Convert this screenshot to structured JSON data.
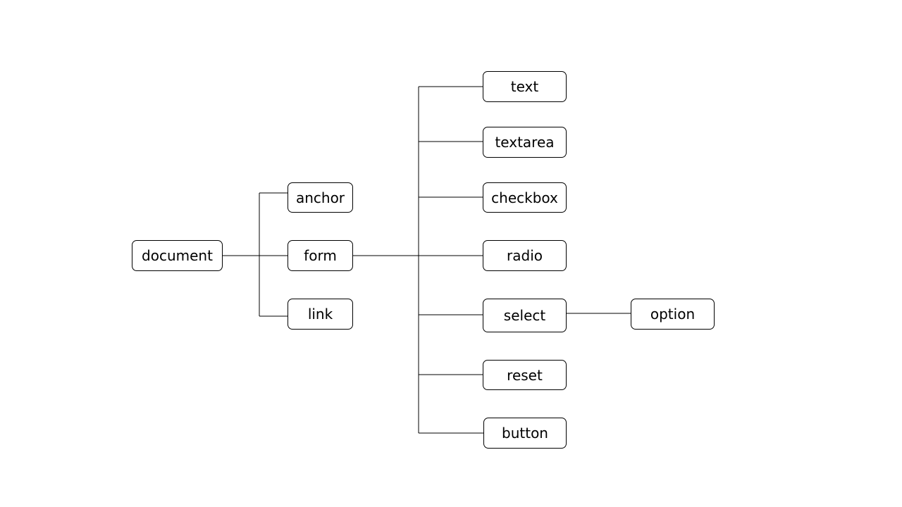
{
  "nodes": {
    "document": "document",
    "anchor": "anchor",
    "form": "form",
    "link": "link",
    "text": "text",
    "textarea": "textarea",
    "checkbox": "checkbox",
    "radio": "radio",
    "select": "select",
    "reset": "reset",
    "button": "button",
    "option": "option"
  },
  "edges": [
    {
      "from": "document",
      "to": "anchor"
    },
    {
      "from": "document",
      "to": "form"
    },
    {
      "from": "document",
      "to": "link"
    },
    {
      "from": "form",
      "to": "text"
    },
    {
      "from": "form",
      "to": "textarea"
    },
    {
      "from": "form",
      "to": "checkbox"
    },
    {
      "from": "form",
      "to": "radio"
    },
    {
      "from": "form",
      "to": "select"
    },
    {
      "from": "form",
      "to": "reset"
    },
    {
      "from": "form",
      "to": "button"
    },
    {
      "from": "select",
      "to": "option"
    }
  ],
  "colors": {
    "stroke": "#000000",
    "background": "#ffffff"
  }
}
